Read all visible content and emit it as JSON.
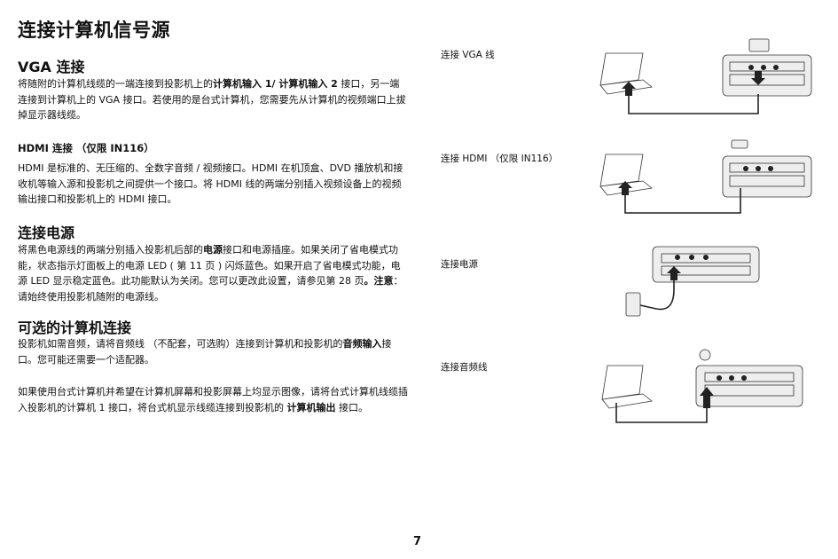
{
  "title": "连接计算机信号源",
  "vga": {
    "heading": "VGA 连接",
    "p_a": "将随附的计算机线缆的一端连接到投影机上的",
    "p_b1": "计算机输入 1/ 计算机输入 2",
    "p_c": " 接口，另一端连接到计算机上的 VGA 接口。若使用的是台式计算机，您需要先从计算机的视频端口上拔掉显示器线缆。"
  },
  "hdmi": {
    "heading": "HDMI 连接 （仅限 IN116）",
    "paragraph": "HDMI 是标准的、无压缩的、全数字音频 / 视频接口。HDMI 在机顶盒、DVD 播放机和接收机等输入源和投影机之间提供一个接口。将 HDMI 线的两端分别插入视频设备上的视频输出接口和投影机上的 HDMI 接口。"
  },
  "power": {
    "heading": "连接电源",
    "p_a": "将黑色电源线的两端分别插入投影机后部的",
    "p_b": "电源",
    "p_c": "接口和电源插座。如果关闭了省电模式功能，状态指示灯面板上的电源 LED ( 第 11 页 ) 闪烁蓝色。如果开启了省电模式功能，电源 LED 显示稳定蓝色。此功能默认为关闭。您可以更改此设置，请参见第 28 页",
    "p_d": "。注意",
    "p_e": "：请始终使用投影机随附的电源线。"
  },
  "optional": {
    "heading": "可选的计算机连接",
    "p1_a": "投影机如需音频，请将音频线 （不配套，可选购）连接到计算机和投影机的",
    "p1_b": "音频输入",
    "p1_c": "接口。您可能还需要一个适配器。",
    "p2_a": "如果使用台式计算机并希望在计算机屏幕和投影屏幕上均显示图像，请将台式计算机线缆插入投影机的计算机 1 接口，将台式机显示线缆连接到投影机的 ",
    "p2_b": "计算机输出",
    "p2_c": " 接口。"
  },
  "diagram_labels": {
    "vga": "连接 VGA 线",
    "hdmi": "连接 HDMI （仅限 IN116）",
    "power": "连接电源",
    "audio": "连接音频线"
  },
  "page_number": "7"
}
